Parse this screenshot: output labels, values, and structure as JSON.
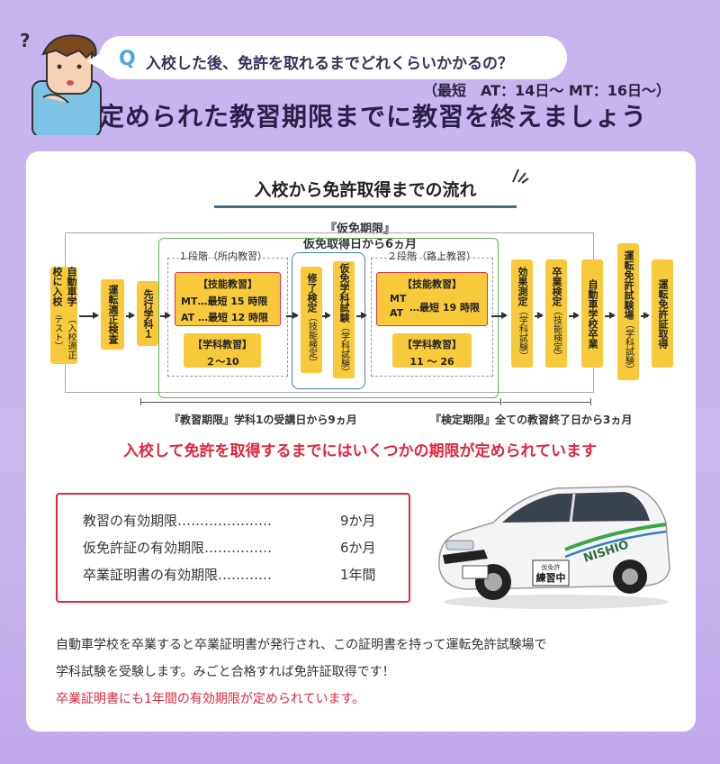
{
  "header": {
    "question_letter": "Q",
    "question": "入校した後、免許を取れるまでどれくらいかかるの？",
    "shortest": "（最短　AT：14日～ MT：16日～）",
    "headline": "定められた教習期限までに教習を終えましょう"
  },
  "flow": {
    "title": "入校から免許取得までの流れ",
    "provisional_period_title": "『仮免期限』",
    "provisional_period_desc": "仮免取得日から6ヵ月",
    "stage1": "１段階（所内教習）",
    "stage2": "２段階（路上教習）",
    "steps": {
      "enroll_main": "自動車学校に入校",
      "enroll_note": "（入校適正テスト）",
      "aptitude": "運転適正検査",
      "first_lecture": "先行学科１",
      "completion_test": "修了検定",
      "completion_note": "（技能検定）",
      "provisional_test": "仮免学科試験",
      "provisional_note": "（学科試験）",
      "effect_test": "効果測定",
      "effect_note": "（学科試験）",
      "graduation_test": "卒業検定",
      "graduation_note": "（技能検定）",
      "graduation": "自動車学校卒業",
      "license_center": "運転免許試験場",
      "license_center_note": "（学科試験）",
      "license": "運転免許証取得"
    },
    "tech1_title": "【技能教習】",
    "tech1_mt": "MT…最短 15 時限",
    "tech1_at": "AT …最短 12 時限",
    "subj1_title": "【学科教習】",
    "subj1_range": "２～10",
    "tech2_title": "【技能教習】",
    "tech2_mt": "MT",
    "tech2_at": "AT",
    "tech2_hours": "…最短 19 時限",
    "subj2_title": "【学科教習】",
    "subj2_range": "11 ～ 26",
    "lesson_period": "『教習期限』学科1の受講日から9ヵ月",
    "exam_period": "『検定期限』全ての教習終了日から3ヵ月"
  },
  "notice": "入校して免許を取得するまでにはいくつかの期限が定められています",
  "validity": [
    {
      "label": "教習の有効期限…………………",
      "value": "9か月"
    },
    {
      "label": "仮免許証の有効期限……………",
      "value": "6か月"
    },
    {
      "label": "卒業証明書の有効期限…………",
      "value": "1年間"
    }
  ],
  "car": {
    "brand": "NISHIO",
    "plate_top": "仮免許",
    "plate_main": "練習中"
  },
  "paragraph": {
    "line1": "自動車学校を卒業すると卒業証明書が発行され、この証明書を持って運転免許試験場で",
    "line2": "学科試験を受験します。みごと合格すれば免許証取得です！",
    "line3": "卒業証明書にも1年間の有効期限が定められています。"
  },
  "colors": {
    "accent_yellow": "#f8c93a",
    "accent_red": "#e0283c",
    "green_frame": "#5db34b",
    "blue_frame": "#3e7fc0",
    "background": "#c7b3ee"
  }
}
